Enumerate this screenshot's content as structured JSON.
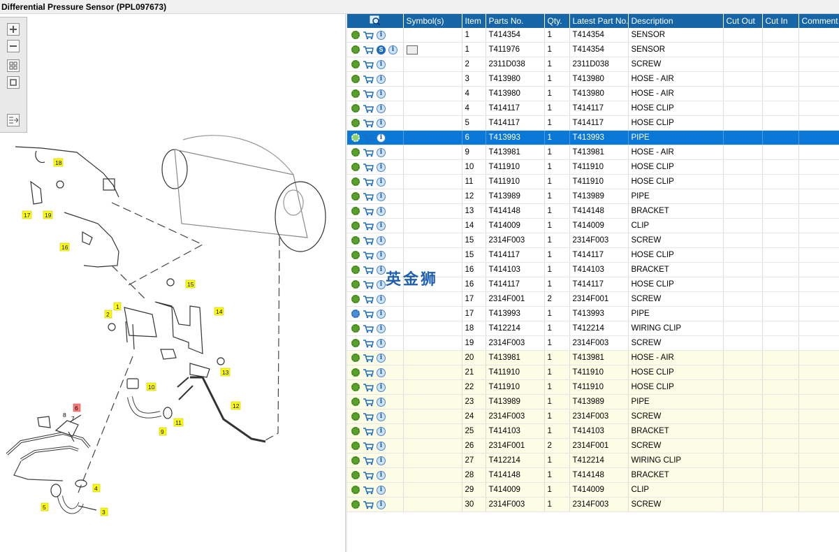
{
  "window": {
    "title": "Differential Pressure Sensor (PPL097673)"
  },
  "watermark": "英金狮",
  "toolbar": {
    "zoom_in_icon": "plus-icon",
    "zoom_out_icon": "minus-icon",
    "fit_icon": "grid-icon",
    "frame_icon": "square-icon",
    "panel_icon": "panel-arrow-icon"
  },
  "diagram": {
    "callouts": [
      {
        "label": "18"
      },
      {
        "label": "17"
      },
      {
        "label": "19"
      },
      {
        "label": "16"
      },
      {
        "label": "15"
      },
      {
        "label": "14"
      },
      {
        "label": "1"
      },
      {
        "label": "2"
      },
      {
        "label": "13"
      },
      {
        "label": "10"
      },
      {
        "label": "12"
      },
      {
        "label": "11"
      },
      {
        "label": "9"
      },
      {
        "label": "6"
      },
      {
        "label": "8"
      },
      {
        "label": "7"
      },
      {
        "label": "4"
      },
      {
        "label": "5"
      },
      {
        "label": "3"
      }
    ]
  },
  "grid": {
    "columns": [
      "",
      "Symbol(s)",
      "Item",
      "Parts No.",
      "Qty.",
      "Latest Part No.",
      "Description",
      "Cut Out",
      "Cut In",
      "Comment"
    ],
    "rows": [
      {
        "item": "1",
        "part": "T414354",
        "qty": "1",
        "latest": "T414354",
        "desc": "SENSOR",
        "style": "normal"
      },
      {
        "item": "1",
        "part": "T411976",
        "qty": "1",
        "latest": "T414354",
        "desc": "SENSOR",
        "style": "normal",
        "symbols": true
      },
      {
        "item": "2",
        "part": "2311D038",
        "qty": "1",
        "latest": "2311D038",
        "desc": "SCREW",
        "style": "normal"
      },
      {
        "item": "3",
        "part": "T413980",
        "qty": "1",
        "latest": "T413980",
        "desc": "HOSE - AIR",
        "style": "normal"
      },
      {
        "item": "4",
        "part": "T413980",
        "qty": "1",
        "latest": "T413980",
        "desc": "HOSE - AIR",
        "style": "normal"
      },
      {
        "item": "4",
        "part": "T414117",
        "qty": "1",
        "latest": "T414117",
        "desc": "HOSE CLIP",
        "style": "normal"
      },
      {
        "item": "5",
        "part": "T414117",
        "qty": "1",
        "latest": "T414117",
        "desc": "HOSE CLIP",
        "style": "normal"
      },
      {
        "item": "6",
        "part": "T413993",
        "qty": "1",
        "latest": "T413993",
        "desc": "PIPE",
        "style": "selected"
      },
      {
        "item": "9",
        "part": "T413981",
        "qty": "1",
        "latest": "T413981",
        "desc": "HOSE - AIR",
        "style": "normal"
      },
      {
        "item": "10",
        "part": "T411910",
        "qty": "1",
        "latest": "T411910",
        "desc": "HOSE CLIP",
        "style": "normal"
      },
      {
        "item": "11",
        "part": "T411910",
        "qty": "1",
        "latest": "T411910",
        "desc": "HOSE CLIP",
        "style": "normal"
      },
      {
        "item": "12",
        "part": "T413989",
        "qty": "1",
        "latest": "T413989",
        "desc": "PIPE",
        "style": "normal"
      },
      {
        "item": "13",
        "part": "T414148",
        "qty": "1",
        "latest": "T414148",
        "desc": "BRACKET",
        "style": "normal"
      },
      {
        "item": "14",
        "part": "T414009",
        "qty": "1",
        "latest": "T414009",
        "desc": "CLIP",
        "style": "normal"
      },
      {
        "item": "15",
        "part": "2314F003",
        "qty": "1",
        "latest": "2314F003",
        "desc": "SCREW",
        "style": "normal"
      },
      {
        "item": "15",
        "part": "T414117",
        "qty": "1",
        "latest": "T414117",
        "desc": "HOSE CLIP",
        "style": "normal"
      },
      {
        "item": "16",
        "part": "T414103",
        "qty": "1",
        "latest": "T414103",
        "desc": "BRACKET",
        "style": "normal"
      },
      {
        "item": "16",
        "part": "T414117",
        "qty": "1",
        "latest": "T414117",
        "desc": "HOSE CLIP",
        "style": "normal"
      },
      {
        "item": "17",
        "part": "2314F001",
        "qty": "2",
        "latest": "2314F001",
        "desc": "SCREW",
        "style": "normal"
      },
      {
        "item": "17",
        "part": "T413993",
        "qty": "1",
        "latest": "T413993",
        "desc": "PIPE",
        "style": "normal",
        "gear": "blue"
      },
      {
        "item": "18",
        "part": "T412214",
        "qty": "1",
        "latest": "T412214",
        "desc": "WIRING CLIP",
        "style": "normal"
      },
      {
        "item": "19",
        "part": "2314F003",
        "qty": "1",
        "latest": "2314F003",
        "desc": "SCREW",
        "style": "normal"
      },
      {
        "item": "20",
        "part": "T413981",
        "qty": "1",
        "latest": "T413981",
        "desc": "HOSE - AIR",
        "style": "yellow"
      },
      {
        "item": "21",
        "part": "T411910",
        "qty": "1",
        "latest": "T411910",
        "desc": "HOSE CLIP",
        "style": "yellow"
      },
      {
        "item": "22",
        "part": "T411910",
        "qty": "1",
        "latest": "T411910",
        "desc": "HOSE CLIP",
        "style": "yellow"
      },
      {
        "item": "23",
        "part": "T413989",
        "qty": "1",
        "latest": "T413989",
        "desc": "PIPE",
        "style": "yellow"
      },
      {
        "item": "24",
        "part": "2314F003",
        "qty": "1",
        "latest": "2314F003",
        "desc": "SCREW",
        "style": "yellow"
      },
      {
        "item": "25",
        "part": "T414103",
        "qty": "1",
        "latest": "T414103",
        "desc": "BRACKET",
        "style": "yellow"
      },
      {
        "item": "26",
        "part": "2314F001",
        "qty": "2",
        "latest": "2314F001",
        "desc": "SCREW",
        "style": "yellow"
      },
      {
        "item": "27",
        "part": "T412214",
        "qty": "1",
        "latest": "T412214",
        "desc": "WIRING CLIP",
        "style": "yellow"
      },
      {
        "item": "28",
        "part": "T414148",
        "qty": "1",
        "latest": "T414148",
        "desc": "BRACKET",
        "style": "yellow"
      },
      {
        "item": "29",
        "part": "T414009",
        "qty": "1",
        "latest": "T414009",
        "desc": "CLIP",
        "style": "yellow"
      },
      {
        "item": "30",
        "part": "2314F003",
        "qty": "1",
        "latest": "2314F003",
        "desc": "SCREW",
        "style": "yellow"
      }
    ]
  },
  "colors": {
    "header": "#1565a7",
    "selected": "#0a78d7",
    "highlight_row": "#fdfde6",
    "callout": "#ffff00",
    "callout_red": "#ff7a7a"
  }
}
